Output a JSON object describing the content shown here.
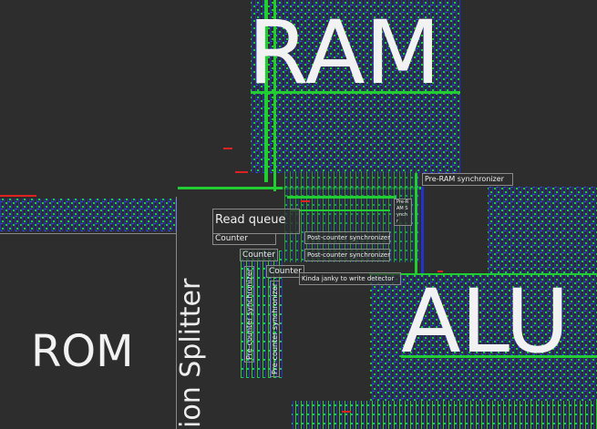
{
  "labels": {
    "ram": "RAM",
    "alu": "ALU",
    "rom": "ROM",
    "splitter": "ion Splitter",
    "read_queue": "Read queue",
    "counter_1": "Counter",
    "counter_2": "Counter",
    "counter_3": "Counter",
    "post_sync_1": "Post-counter synchronizer",
    "post_sync_2": "Post-counter synchronizer",
    "write_detector": "Kinda janky to write detector",
    "pre_ram_sync": "Pre-RAM synchronizer",
    "pre_ram_sync_small": "Pre-RAM Synchr",
    "pre_counter_sync_1": "Pre-counter synchronizer",
    "pre_counter_sync_2": "Pre-counter synchronizer"
  },
  "colors": {
    "background": "#2d2d2d",
    "wire_green": "#22cc33",
    "wire_blue": "#2233cc",
    "marker_red": "#dd2222"
  }
}
